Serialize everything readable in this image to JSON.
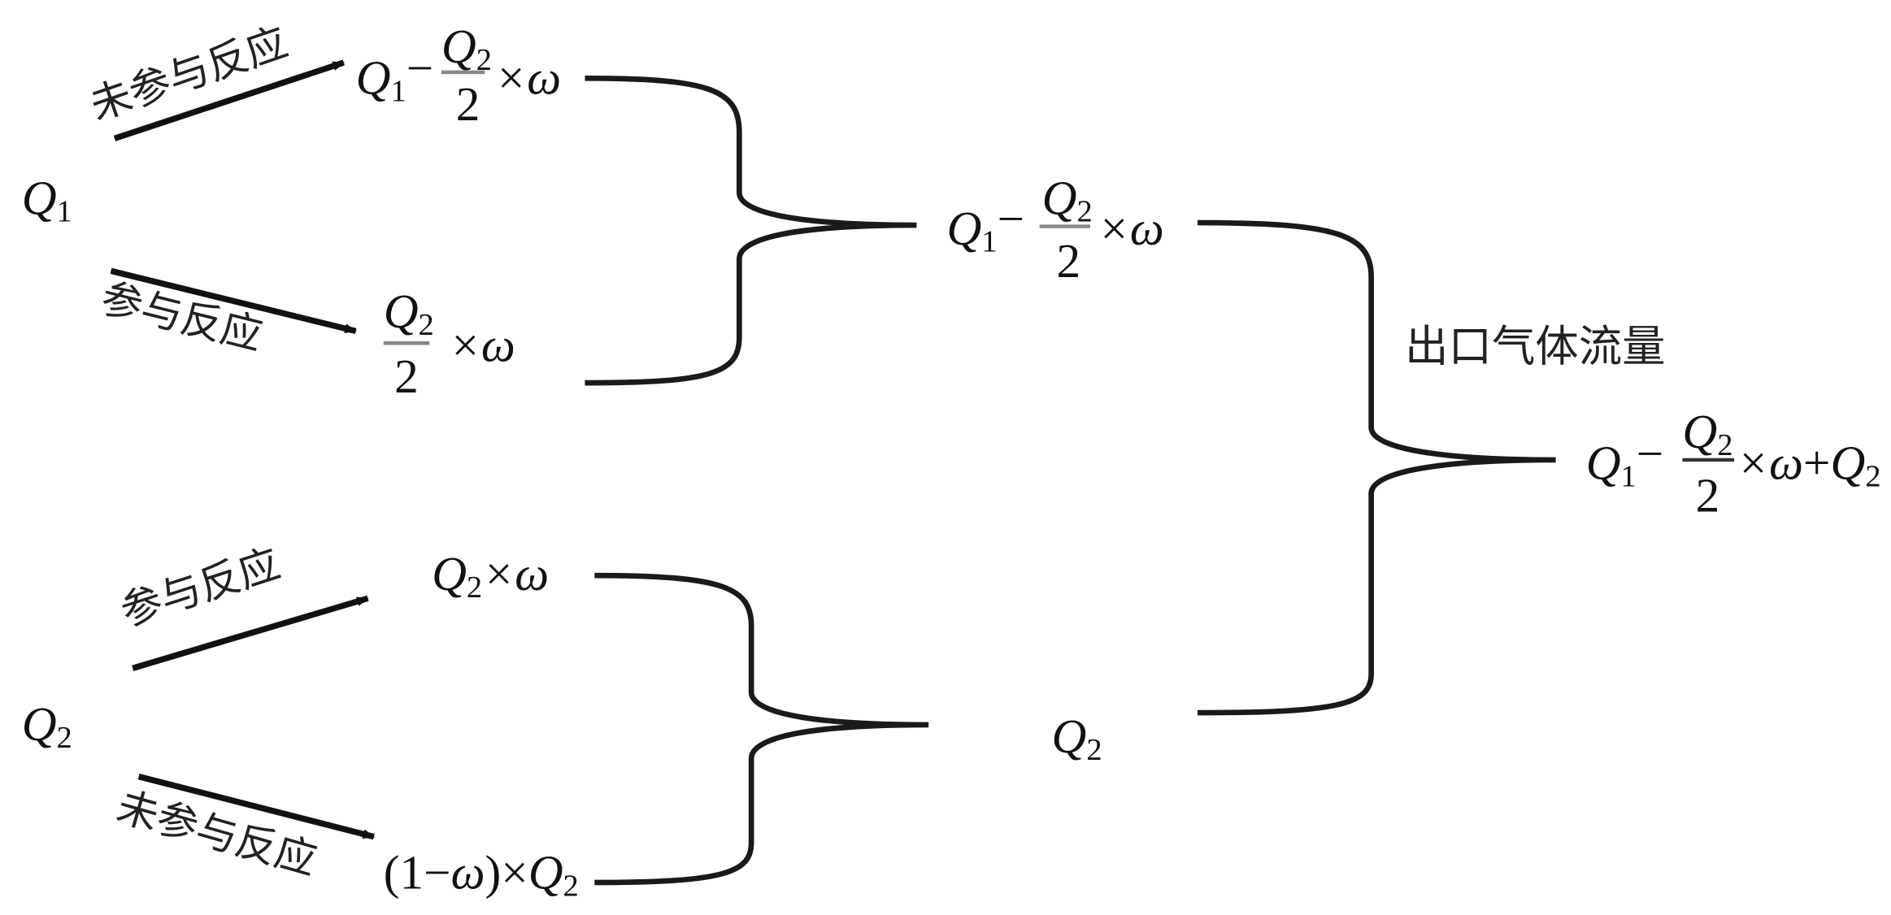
{
  "labels": {
    "not_react": "未参与反应",
    "react": "参与反应",
    "outlet": "出口气体流量"
  },
  "symbols": {
    "Q": "Q",
    "one": "1",
    "two": "2",
    "minus": "−",
    "times_omega": "×ω",
    "plus": "+",
    "omega": "ω",
    "times": "×",
    "paren_open": "(1−",
    "paren_close": ")"
  },
  "colors": {
    "line": "#111111",
    "fraction_bar": "#888888"
  }
}
